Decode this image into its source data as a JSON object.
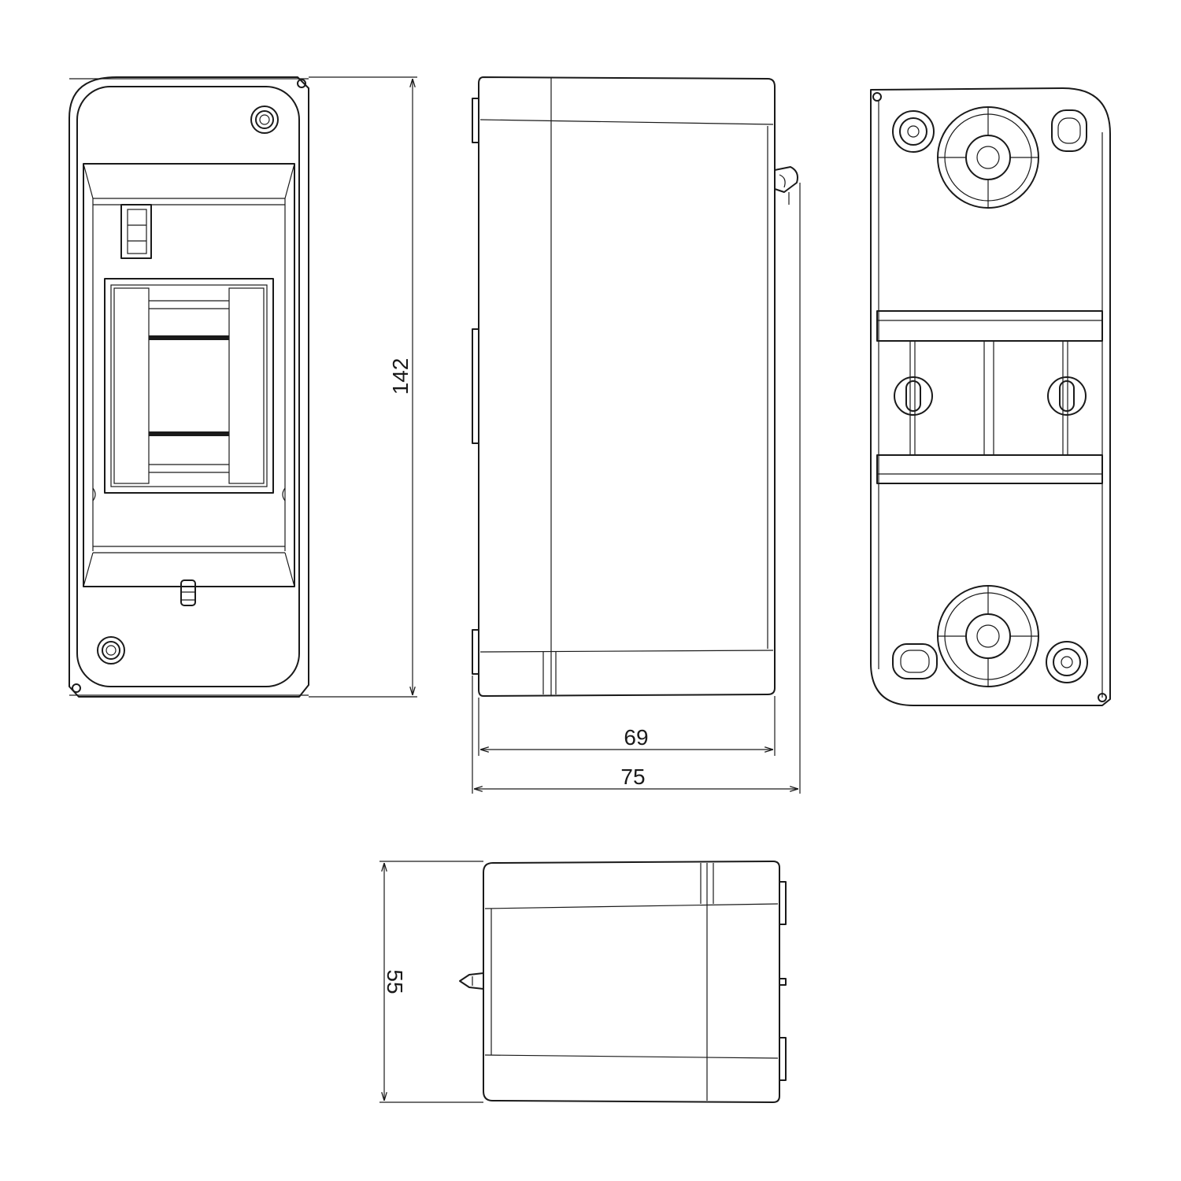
{
  "dimensions": {
    "height": "142",
    "depth_inner": "69",
    "depth_outer": "75",
    "width": "55"
  },
  "colors": {
    "line": "#1a1a1a",
    "background": "#ffffff"
  }
}
